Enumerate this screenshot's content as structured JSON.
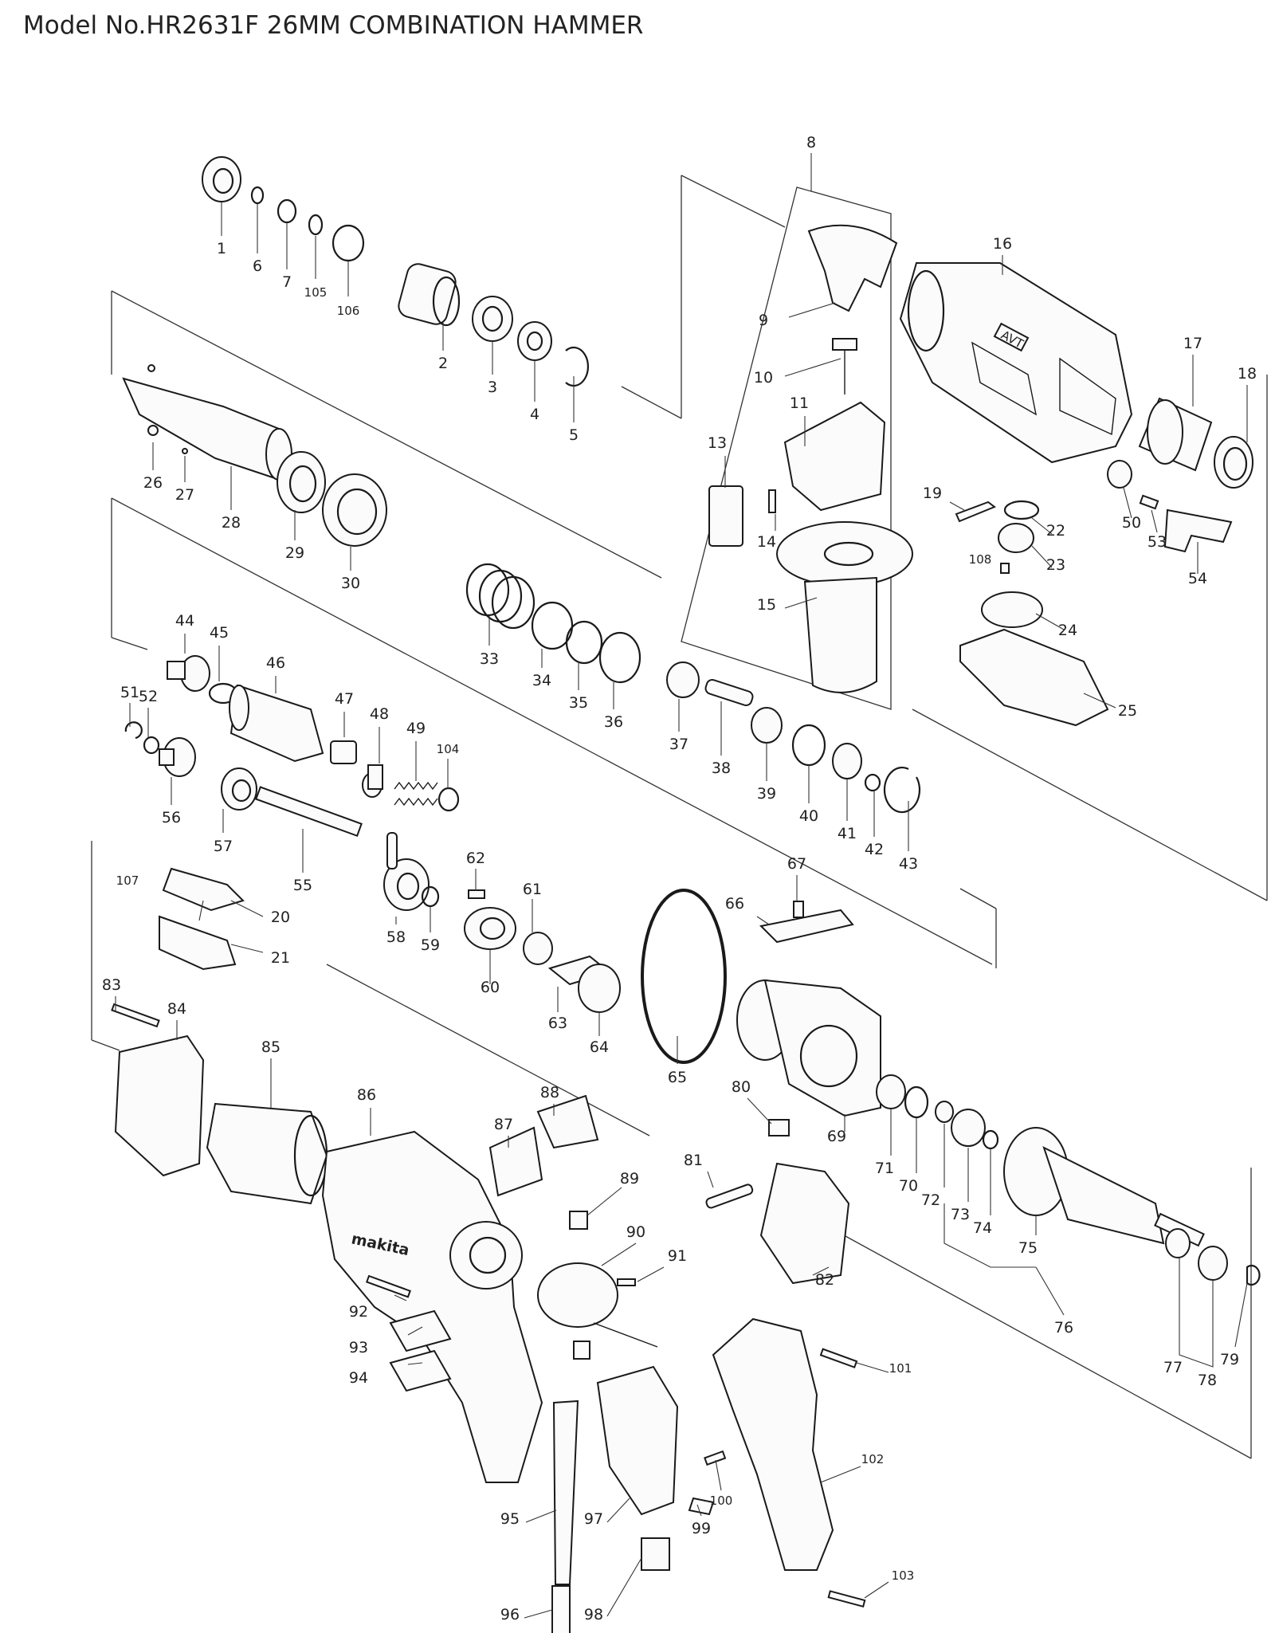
{
  "title": "Model No.HR2631F 26MM COMBINATION HAMMER",
  "callouts": [
    {
      "id": "1",
      "label": "1"
    },
    {
      "id": "6",
      "label": "6"
    },
    {
      "id": "7",
      "label": "7"
    },
    {
      "id": "105",
      "label": "105"
    },
    {
      "id": "106",
      "label": "106"
    },
    {
      "id": "2",
      "label": "2"
    },
    {
      "id": "3",
      "label": "3"
    },
    {
      "id": "4",
      "label": "4"
    },
    {
      "id": "5",
      "label": "5"
    },
    {
      "id": "8",
      "label": "8"
    },
    {
      "id": "9",
      "label": "9"
    },
    {
      "id": "10",
      "label": "10"
    },
    {
      "id": "11",
      "label": "11"
    },
    {
      "id": "13",
      "label": "13"
    },
    {
      "id": "14",
      "label": "14"
    },
    {
      "id": "15",
      "label": "15"
    },
    {
      "id": "16",
      "label": "16"
    },
    {
      "id": "17",
      "label": "17"
    },
    {
      "id": "18",
      "label": "18"
    },
    {
      "id": "19",
      "label": "19"
    },
    {
      "id": "22",
      "label": "22"
    },
    {
      "id": "108",
      "label": "108"
    },
    {
      "id": "23",
      "label": "23"
    },
    {
      "id": "24",
      "label": "24"
    },
    {
      "id": "25",
      "label": "25"
    },
    {
      "id": "50",
      "label": "50"
    },
    {
      "id": "53",
      "label": "53"
    },
    {
      "id": "54",
      "label": "54"
    },
    {
      "id": "26",
      "label": "26"
    },
    {
      "id": "27",
      "label": "27"
    },
    {
      "id": "28",
      "label": "28"
    },
    {
      "id": "29",
      "label": "29"
    },
    {
      "id": "30",
      "label": "30"
    },
    {
      "id": "33",
      "label": "33"
    },
    {
      "id": "34",
      "label": "34"
    },
    {
      "id": "35",
      "label": "35"
    },
    {
      "id": "36",
      "label": "36"
    },
    {
      "id": "44",
      "label": "44"
    },
    {
      "id": "45",
      "label": "45"
    },
    {
      "id": "46",
      "label": "46"
    },
    {
      "id": "47",
      "label": "47"
    },
    {
      "id": "48",
      "label": "48"
    },
    {
      "id": "49",
      "label": "49"
    },
    {
      "id": "104",
      "label": "104"
    },
    {
      "id": "51",
      "label": "51"
    },
    {
      "id": "52",
      "label": "52"
    },
    {
      "id": "56",
      "label": "56"
    },
    {
      "id": "57",
      "label": "57"
    },
    {
      "id": "55",
      "label": "55"
    },
    {
      "id": "58",
      "label": "58"
    },
    {
      "id": "59",
      "label": "59"
    },
    {
      "id": "37",
      "label": "37"
    },
    {
      "id": "38",
      "label": "38"
    },
    {
      "id": "39",
      "label": "39"
    },
    {
      "id": "40",
      "label": "40"
    },
    {
      "id": "41",
      "label": "41"
    },
    {
      "id": "42",
      "label": "42"
    },
    {
      "id": "43",
      "label": "43"
    },
    {
      "id": "107",
      "label": "107"
    },
    {
      "id": "20",
      "label": "20"
    },
    {
      "id": "21",
      "label": "21"
    },
    {
      "id": "62",
      "label": "62"
    },
    {
      "id": "61",
      "label": "61"
    },
    {
      "id": "60",
      "label": "60"
    },
    {
      "id": "63",
      "label": "63"
    },
    {
      "id": "64",
      "label": "64"
    },
    {
      "id": "67",
      "label": "67"
    },
    {
      "id": "66",
      "label": "66"
    },
    {
      "id": "65",
      "label": "65"
    },
    {
      "id": "83",
      "label": "83"
    },
    {
      "id": "84",
      "label": "84"
    },
    {
      "id": "85",
      "label": "85"
    },
    {
      "id": "86",
      "label": "86"
    },
    {
      "id": "87",
      "label": "87"
    },
    {
      "id": "88",
      "label": "88"
    },
    {
      "id": "89",
      "label": "89"
    },
    {
      "id": "80",
      "label": "80"
    },
    {
      "id": "69",
      "label": "69"
    },
    {
      "id": "71",
      "label": "71"
    },
    {
      "id": "70",
      "label": "70"
    },
    {
      "id": "72",
      "label": "72"
    },
    {
      "id": "73",
      "label": "73"
    },
    {
      "id": "74",
      "label": "74"
    },
    {
      "id": "81",
      "label": "81"
    },
    {
      "id": "82",
      "label": "82"
    },
    {
      "id": "75",
      "label": "75"
    },
    {
      "id": "76",
      "label": "76"
    },
    {
      "id": "77",
      "label": "77"
    },
    {
      "id": "78",
      "label": "78"
    },
    {
      "id": "79",
      "label": "79"
    },
    {
      "id": "90",
      "label": "90"
    },
    {
      "id": "91",
      "label": "91"
    },
    {
      "id": "92",
      "label": "92"
    },
    {
      "id": "93",
      "label": "93"
    },
    {
      "id": "94",
      "label": "94"
    },
    {
      "id": "101",
      "label": "101"
    },
    {
      "id": "102",
      "label": "102"
    },
    {
      "id": "103",
      "label": "103"
    },
    {
      "id": "95",
      "label": "95"
    },
    {
      "id": "96",
      "label": "96"
    },
    {
      "id": "97",
      "label": "97"
    },
    {
      "id": "98",
      "label": "98"
    },
    {
      "id": "99",
      "label": "99"
    },
    {
      "id": "100",
      "label": "100"
    }
  ],
  "markings": {
    "brand": "makita",
    "avt_badge": "AVT"
  }
}
